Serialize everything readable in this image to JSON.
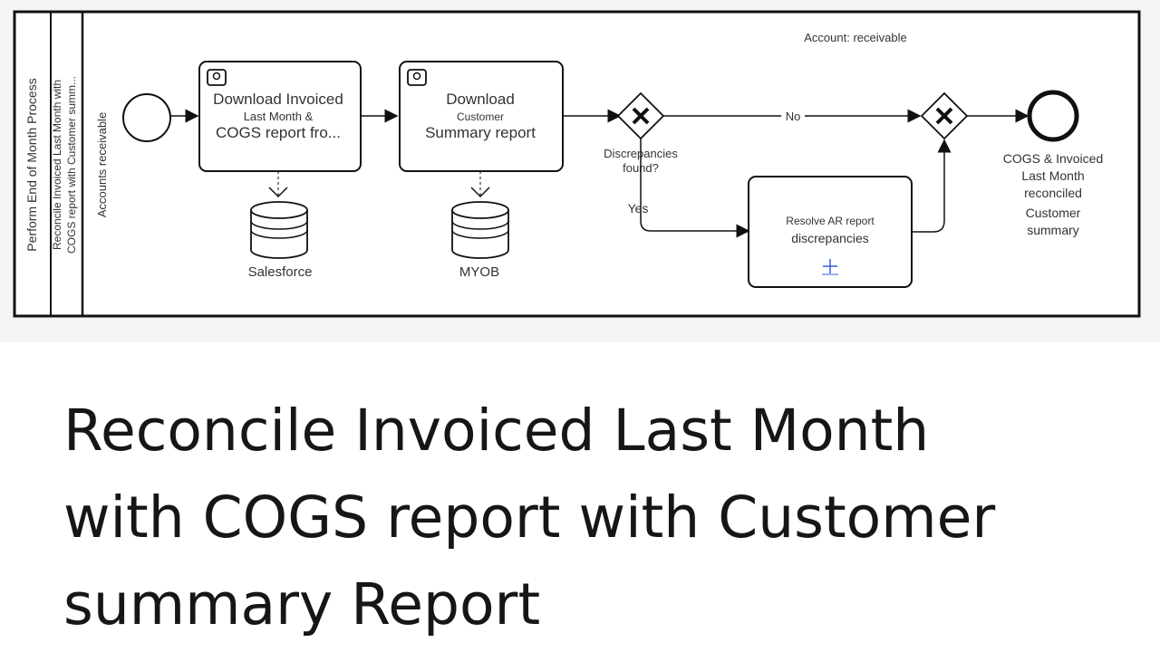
{
  "diagram": {
    "pool_label": "Perform End of Month Process",
    "process_lane_label_1": "Reconcile Invoiced Last Month with",
    "process_lane_label_2": "COGS report with Customer summ...",
    "lane_label": "Accounts receivable",
    "top_annotation": "Account: receivable",
    "task1_lines": [
      "Download Invoiced",
      "Last Month &",
      "COGS report fro..."
    ],
    "task2_lines": [
      "Download",
      "Customer",
      "Summary report"
    ],
    "gateway_label_lines": [
      "Discrepancies",
      "found?"
    ],
    "flow_no": "No",
    "flow_yes": "Yes",
    "subprocess_lines": [
      "Resolve AR report",
      "discrepancies"
    ],
    "datastore1": "Salesforce",
    "datastore2": "MYOB",
    "end_label_lines": [
      "COGS & Invoiced",
      "Last Month",
      "reconciled",
      "Customer",
      "summary"
    ],
    "colors": {
      "link": "#3b5bdb",
      "stroke": "#111111"
    }
  },
  "title": {
    "line1": "Reconcile Invoiced Last Month",
    "line2": "with COGS report with Customer",
    "line3": "summary Report"
  }
}
